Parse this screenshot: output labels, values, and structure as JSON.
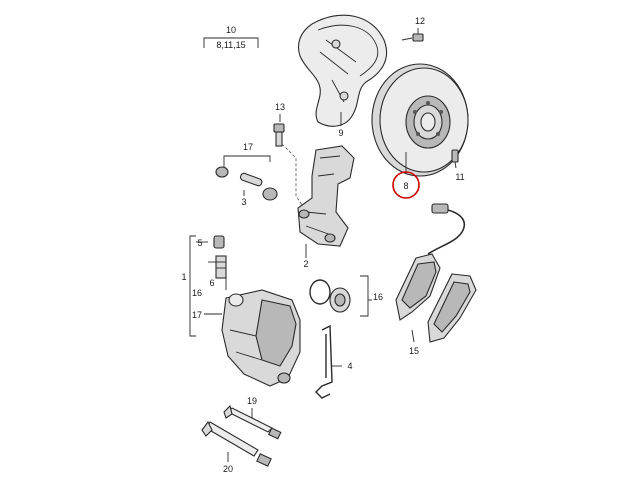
{
  "labels": {
    "l10": "10",
    "l10_sub": "8,11,15",
    "l12": "12",
    "l9": "9",
    "l13": "13",
    "l17a": "17",
    "l3": "3",
    "l8": "8",
    "l11": "11",
    "l2": "2",
    "l5": "5",
    "l1": "1",
    "l16a": "16",
    "l17b": "17",
    "l6": "6",
    "l16b": "16",
    "l4": "4",
    "l15": "15",
    "l19": "19",
    "l20": "20"
  },
  "colors": {
    "highlight_ring": "#cc0000"
  }
}
